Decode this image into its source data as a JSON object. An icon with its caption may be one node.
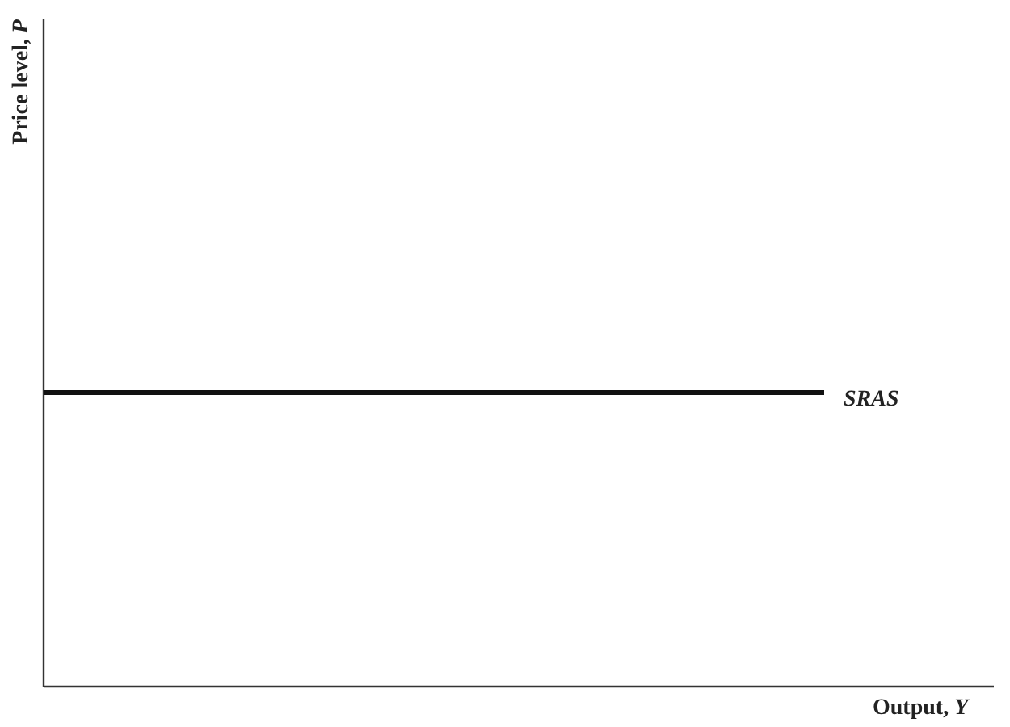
{
  "diagram": {
    "labels": [
      "Price level, *P*",
      "SRAS",
      "Output, *Y*"
    ]
  }
}
